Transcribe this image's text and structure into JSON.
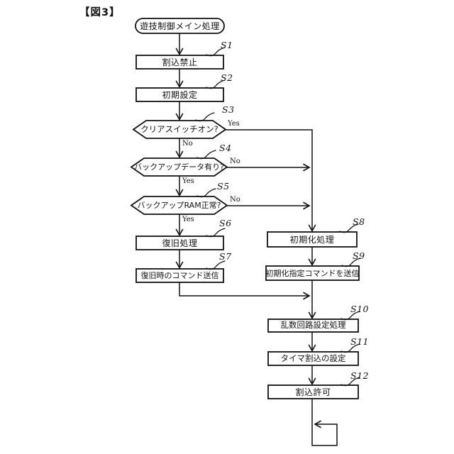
{
  "figure_label": "【図3】",
  "start_label": "遊技制御メイン処理",
  "steps": [
    {
      "id": "S1",
      "label": "割込禁止",
      "type": "process"
    },
    {
      "id": "S2",
      "label": "初期設定",
      "type": "process"
    },
    {
      "id": "S3",
      "label": "クリアスイッチオン?",
      "type": "decision",
      "yes": "Yes",
      "no": "No"
    },
    {
      "id": "S4",
      "label": "バックアップデータ有り?",
      "type": "decision",
      "yes": "Yes",
      "no": "No"
    },
    {
      "id": "S5",
      "label": "バックアップRAM正常?",
      "type": "decision",
      "yes": "Yes",
      "no": "No"
    },
    {
      "id": "S6",
      "label": "復旧処理",
      "type": "process"
    },
    {
      "id": "S7",
      "label": "復旧時のコマンド送信",
      "type": "process"
    },
    {
      "id": "S8",
      "label": "初期化処理",
      "type": "process"
    },
    {
      "id": "S9",
      "label": "初期化指定コマンドを送信",
      "type": "process"
    },
    {
      "id": "S10",
      "label": "乱数回路設定処理",
      "type": "process"
    },
    {
      "id": "S11",
      "label": "タイマ割込の設定",
      "type": "process"
    },
    {
      "id": "S12",
      "label": "割込許可",
      "type": "process"
    }
  ],
  "colors": {
    "line": "#111111",
    "background": "#ffffff"
  }
}
